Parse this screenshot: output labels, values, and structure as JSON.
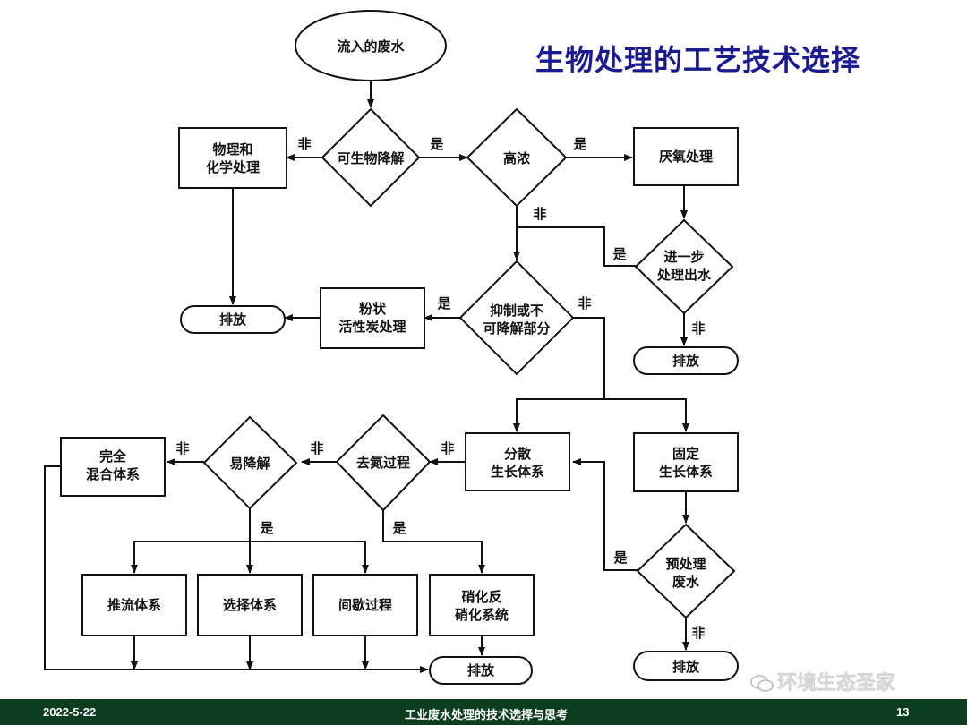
{
  "title": "生物处理的工艺技术选择",
  "nodes": {
    "start": "流入的废水",
    "biodeg": "可生物降解",
    "physchem": [
      "物理和",
      "化学处理"
    ],
    "highconc": "高浓",
    "anaerobic": "厌氧处理",
    "further": [
      "进一步",
      "处理出水"
    ],
    "inhibit": [
      "抑制或不",
      "可降解部分"
    ],
    "pac": [
      "粉状",
      "活性炭处理"
    ],
    "discharge1": "排放",
    "discharge2": "排放",
    "dispersed": [
      "分散",
      "生长体系"
    ],
    "fixed": [
      "固定",
      "生长体系"
    ],
    "denitrify": "去氮过程",
    "easydeg": "易降解",
    "completemix": [
      "完全",
      "混合体系"
    ],
    "pretreat": [
      "预处理",
      "废水"
    ],
    "plugflow": "推流体系",
    "selector": "选择体系",
    "batch": "间歇过程",
    "nitrif": [
      "硝化反",
      "硝化系统"
    ],
    "discharge3": "排放",
    "discharge4": "排放"
  },
  "edges": {
    "yes": "是",
    "no": "非"
  },
  "footer": {
    "date": "2022-5-22",
    "center": "工业废水处理的技术选择与思考",
    "page": "13"
  },
  "watermark": "环境生态圣家",
  "colors": {
    "title": "#1b1b8f",
    "footer_bg": "#0b3d1e"
  }
}
